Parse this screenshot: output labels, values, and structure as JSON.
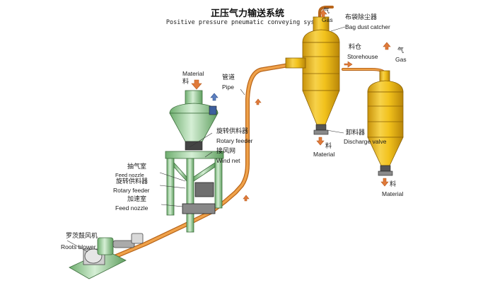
{
  "title": {
    "zh": "正压气力输送系统",
    "en": "Positive pressure pneumatic conveying systems"
  },
  "labels": {
    "gas_top_zh": "气",
    "gas_top_en": "Gas",
    "bag_dust_catcher_zh": "布袋除尘器",
    "bag_dust_catcher_en": "Bag dust catcher",
    "storehouse_zh": "料仓",
    "storehouse_en": "Storehouse",
    "gas_right_zh": "气",
    "gas_right_en": "Gas",
    "pipe_zh": "管道",
    "pipe_en": "Pipe",
    "material_in_en": "Material",
    "material_in_zh": "料",
    "rotary_feeder_top_zh": "旋转供料器",
    "rotary_feeder_top_en": "Rotary feeder",
    "wind_net_zh": "接风网",
    "wind_net_en": "Wind net",
    "feed_nozzle_a_zh": "抽气室",
    "feed_nozzle_a_en": "Feed nozzle",
    "rotary_feeder_side_zh": "旋转供料器",
    "rotary_feeder_side_en": "Rotary feeder",
    "feed_nozzle_b_zh": "加速室",
    "feed_nozzle_b_en": "Feed nozzle",
    "discharge_valve_zh": "卸料器",
    "discharge_valve_en": "Discharge valve",
    "material_out1_zh": "料",
    "material_out1_en": "Material",
    "material_out2_zh": "料",
    "material_out2_en": "Material",
    "roots_blower_zh": "罗茨鼓风机",
    "roots_blower_en": "Roots blower"
  },
  "colors": {
    "tank": "#f2c21c",
    "tank_shade": "#c99a0a",
    "pipe": "#e08a2a",
    "hopper": "#9fd29f",
    "arrow": "#e07a3a"
  },
  "icons": [
    "arrow-down-icon",
    "arrow-up-icon"
  ]
}
